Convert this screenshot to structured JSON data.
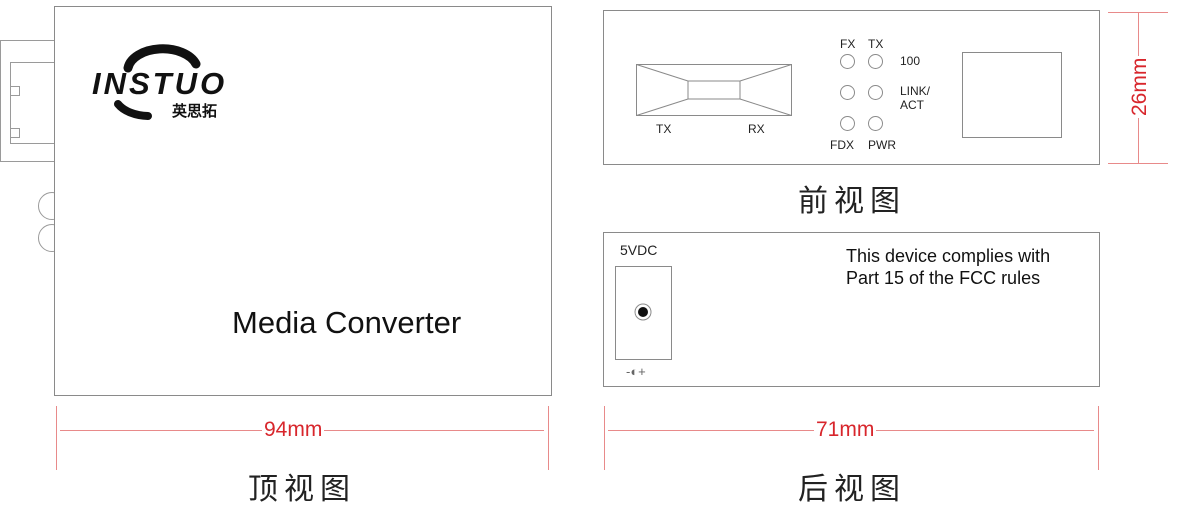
{
  "brand": {
    "name": "INSTUO",
    "chinese": "英思拓"
  },
  "top_view": {
    "product_label": "Media Converter",
    "width_label": "94mm",
    "caption": "顶视图"
  },
  "front_view": {
    "caption": "前视图",
    "height_label": "26mm",
    "port_labels": {
      "tx": "TX",
      "rx": "RX"
    },
    "led_labels": {
      "fx": "FX",
      "tx": "TX",
      "speed": "100",
      "link_line1": "LINK/",
      "link_line2": "ACT",
      "fdx": "FDX",
      "pwr": "PWR"
    }
  },
  "back_view": {
    "caption": "后视图",
    "power_label": "5VDC",
    "polarity": "-◐+",
    "fcc_line1": "This device complies with",
    "fcc_line2": "Part 15 of the FCC rules",
    "width_label": "71mm"
  },
  "colors": {
    "dimension": "#d8262c",
    "outline": "#8a8a8a"
  }
}
